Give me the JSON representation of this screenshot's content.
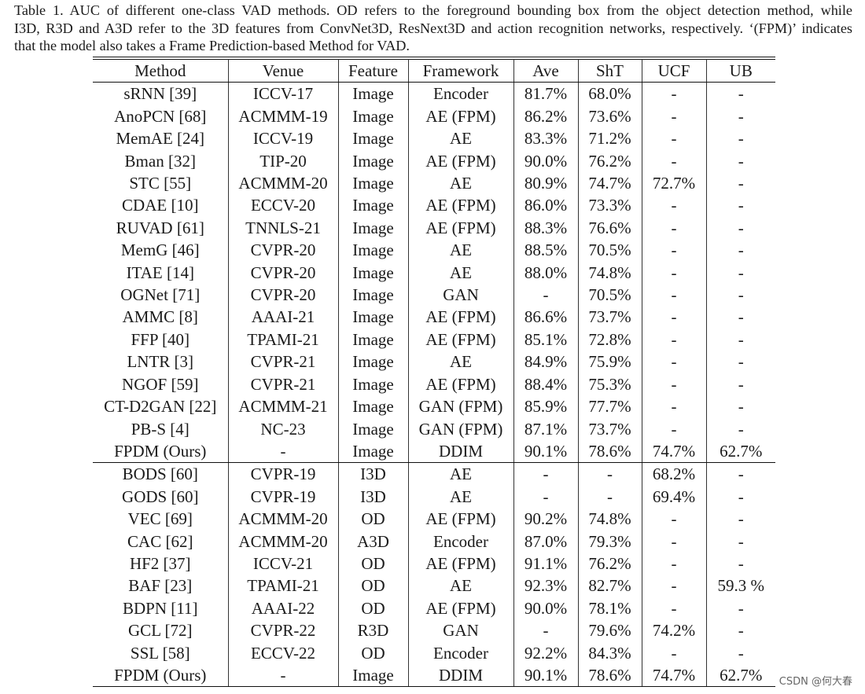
{
  "caption_lines": [
    "Table 1. AUC of different one-class VAD methods. OD refers to the foreground bounding box from the object detection method, while",
    "I3D, R3D and A3D refer to the 3D features from ConvNet3D, ResNext3D and action recognition networks, respectively. ‘(FPM)’ indicates",
    "that the model also takes a Frame Prediction-based Method for VAD."
  ],
  "headers": [
    "Method",
    "Venue",
    "Feature",
    "Framework",
    "Ave",
    "ShT",
    "UCF",
    "UB"
  ],
  "group1": [
    [
      "sRNN [39]",
      "ICCV-17",
      "Image",
      "Encoder",
      "81.7%",
      "68.0%",
      "-",
      "-"
    ],
    [
      "AnoPCN [68]",
      "ACMMM-19",
      "Image",
      "AE (FPM)",
      "86.2%",
      "73.6%",
      "-",
      "-"
    ],
    [
      "MemAE [24]",
      "ICCV-19",
      "Image",
      "AE",
      "83.3%",
      "71.2%",
      "-",
      "-"
    ],
    [
      "Bman [32]",
      "TIP-20",
      "Image",
      "AE (FPM)",
      "90.0%",
      "76.2%",
      "-",
      "-"
    ],
    [
      "STC [55]",
      "ACMMM-20",
      "Image",
      "AE",
      "80.9%",
      "74.7%",
      "72.7%",
      "-"
    ],
    [
      "CDAE [10]",
      "ECCV-20",
      "Image",
      "AE (FPM)",
      "86.0%",
      "73.3%",
      "-",
      "-"
    ],
    [
      "RUVAD [61]",
      "TNNLS-21",
      "Image",
      "AE (FPM)",
      "88.3%",
      "76.6%",
      "-",
      "-"
    ],
    [
      "MemG [46]",
      "CVPR-20",
      "Image",
      "AE",
      "88.5%",
      "70.5%",
      "-",
      "-"
    ],
    [
      "ITAE [14]",
      "CVPR-20",
      "Image",
      "AE",
      "88.0%",
      "74.8%",
      "-",
      "-"
    ],
    [
      "OGNet [71]",
      "CVPR-20",
      "Image",
      "GAN",
      "-",
      "70.5%",
      "-",
      "-"
    ],
    [
      "AMMC [8]",
      "AAAI-21",
      "Image",
      "AE (FPM)",
      "86.6%",
      "73.7%",
      "-",
      "-"
    ],
    [
      "FFP [40]",
      "TPAMI-21",
      "Image",
      "AE (FPM)",
      "85.1%",
      "72.8%",
      "-",
      "-"
    ],
    [
      "LNTR [3]",
      "CVPR-21",
      "Image",
      "AE",
      "84.9%",
      "75.9%",
      "-",
      "-"
    ],
    [
      "NGOF [59]",
      "CVPR-21",
      "Image",
      "AE (FPM)",
      "88.4%",
      "75.3%",
      "-",
      "-"
    ],
    [
      "CT-D2GAN [22]",
      "ACMMM-21",
      "Image",
      "GAN (FPM)",
      "85.9%",
      "77.7%",
      "-",
      "-"
    ],
    [
      "PB-S [4]",
      "NC-23",
      "Image",
      "GAN (FPM)",
      "87.1%",
      "73.7%",
      "-",
      "-"
    ],
    [
      "FPDM (Ours)",
      "-",
      "Image",
      "DDIM",
      "90.1%",
      "78.6%",
      "74.7%",
      "62.7%"
    ]
  ],
  "group1_bold": [
    [
      16,
      4
    ],
    [
      16,
      5
    ],
    [
      16,
      6
    ],
    [
      16,
      7
    ]
  ],
  "group2": [
    [
      "BODS [60]",
      "CVPR-19",
      "I3D",
      "AE",
      "-",
      "-",
      "68.2%",
      "-"
    ],
    [
      "GODS [60]",
      "CVPR-19",
      "I3D",
      "AE",
      "-",
      "-",
      "69.4%",
      "-"
    ],
    [
      "VEC [69]",
      "ACMMM-20",
      "OD",
      "AE (FPM)",
      "90.2%",
      "74.8%",
      "-",
      "-"
    ],
    [
      "CAC [62]",
      "ACMMM-20",
      "A3D",
      "Encoder",
      "87.0%",
      "79.3%",
      "-",
      "-"
    ],
    [
      "HF2 [37]",
      "ICCV-21",
      "OD",
      "AE (FPM)",
      "91.1%",
      "76.2%",
      "-",
      "-"
    ],
    [
      "BAF [23]",
      "TPAMI-21",
      "OD",
      "AE",
      "92.3%",
      "82.7%",
      "-",
      "59.3 %"
    ],
    [
      "BDPN [11]",
      "AAAI-22",
      "OD",
      "AE (FPM)",
      "90.0%",
      "78.1%",
      "-",
      "-"
    ],
    [
      "GCL [72]",
      "CVPR-22",
      "R3D",
      "GAN",
      "-",
      "79.6%",
      "74.2%",
      "-"
    ],
    [
      "SSL [58]",
      "ECCV-22",
      "OD",
      "Encoder",
      "92.2%",
      "84.3%",
      "-",
      "-"
    ],
    [
      "FPDM (Ours)",
      "-",
      "Image",
      "DDIM",
      "90.1%",
      "78.6%",
      "74.7%",
      "62.7%"
    ]
  ],
  "group2_bold": [
    [
      5,
      4
    ],
    [
      8,
      5
    ],
    [
      9,
      6
    ],
    [
      9,
      7
    ]
  ],
  "watermark": "CSDN @何大春"
}
